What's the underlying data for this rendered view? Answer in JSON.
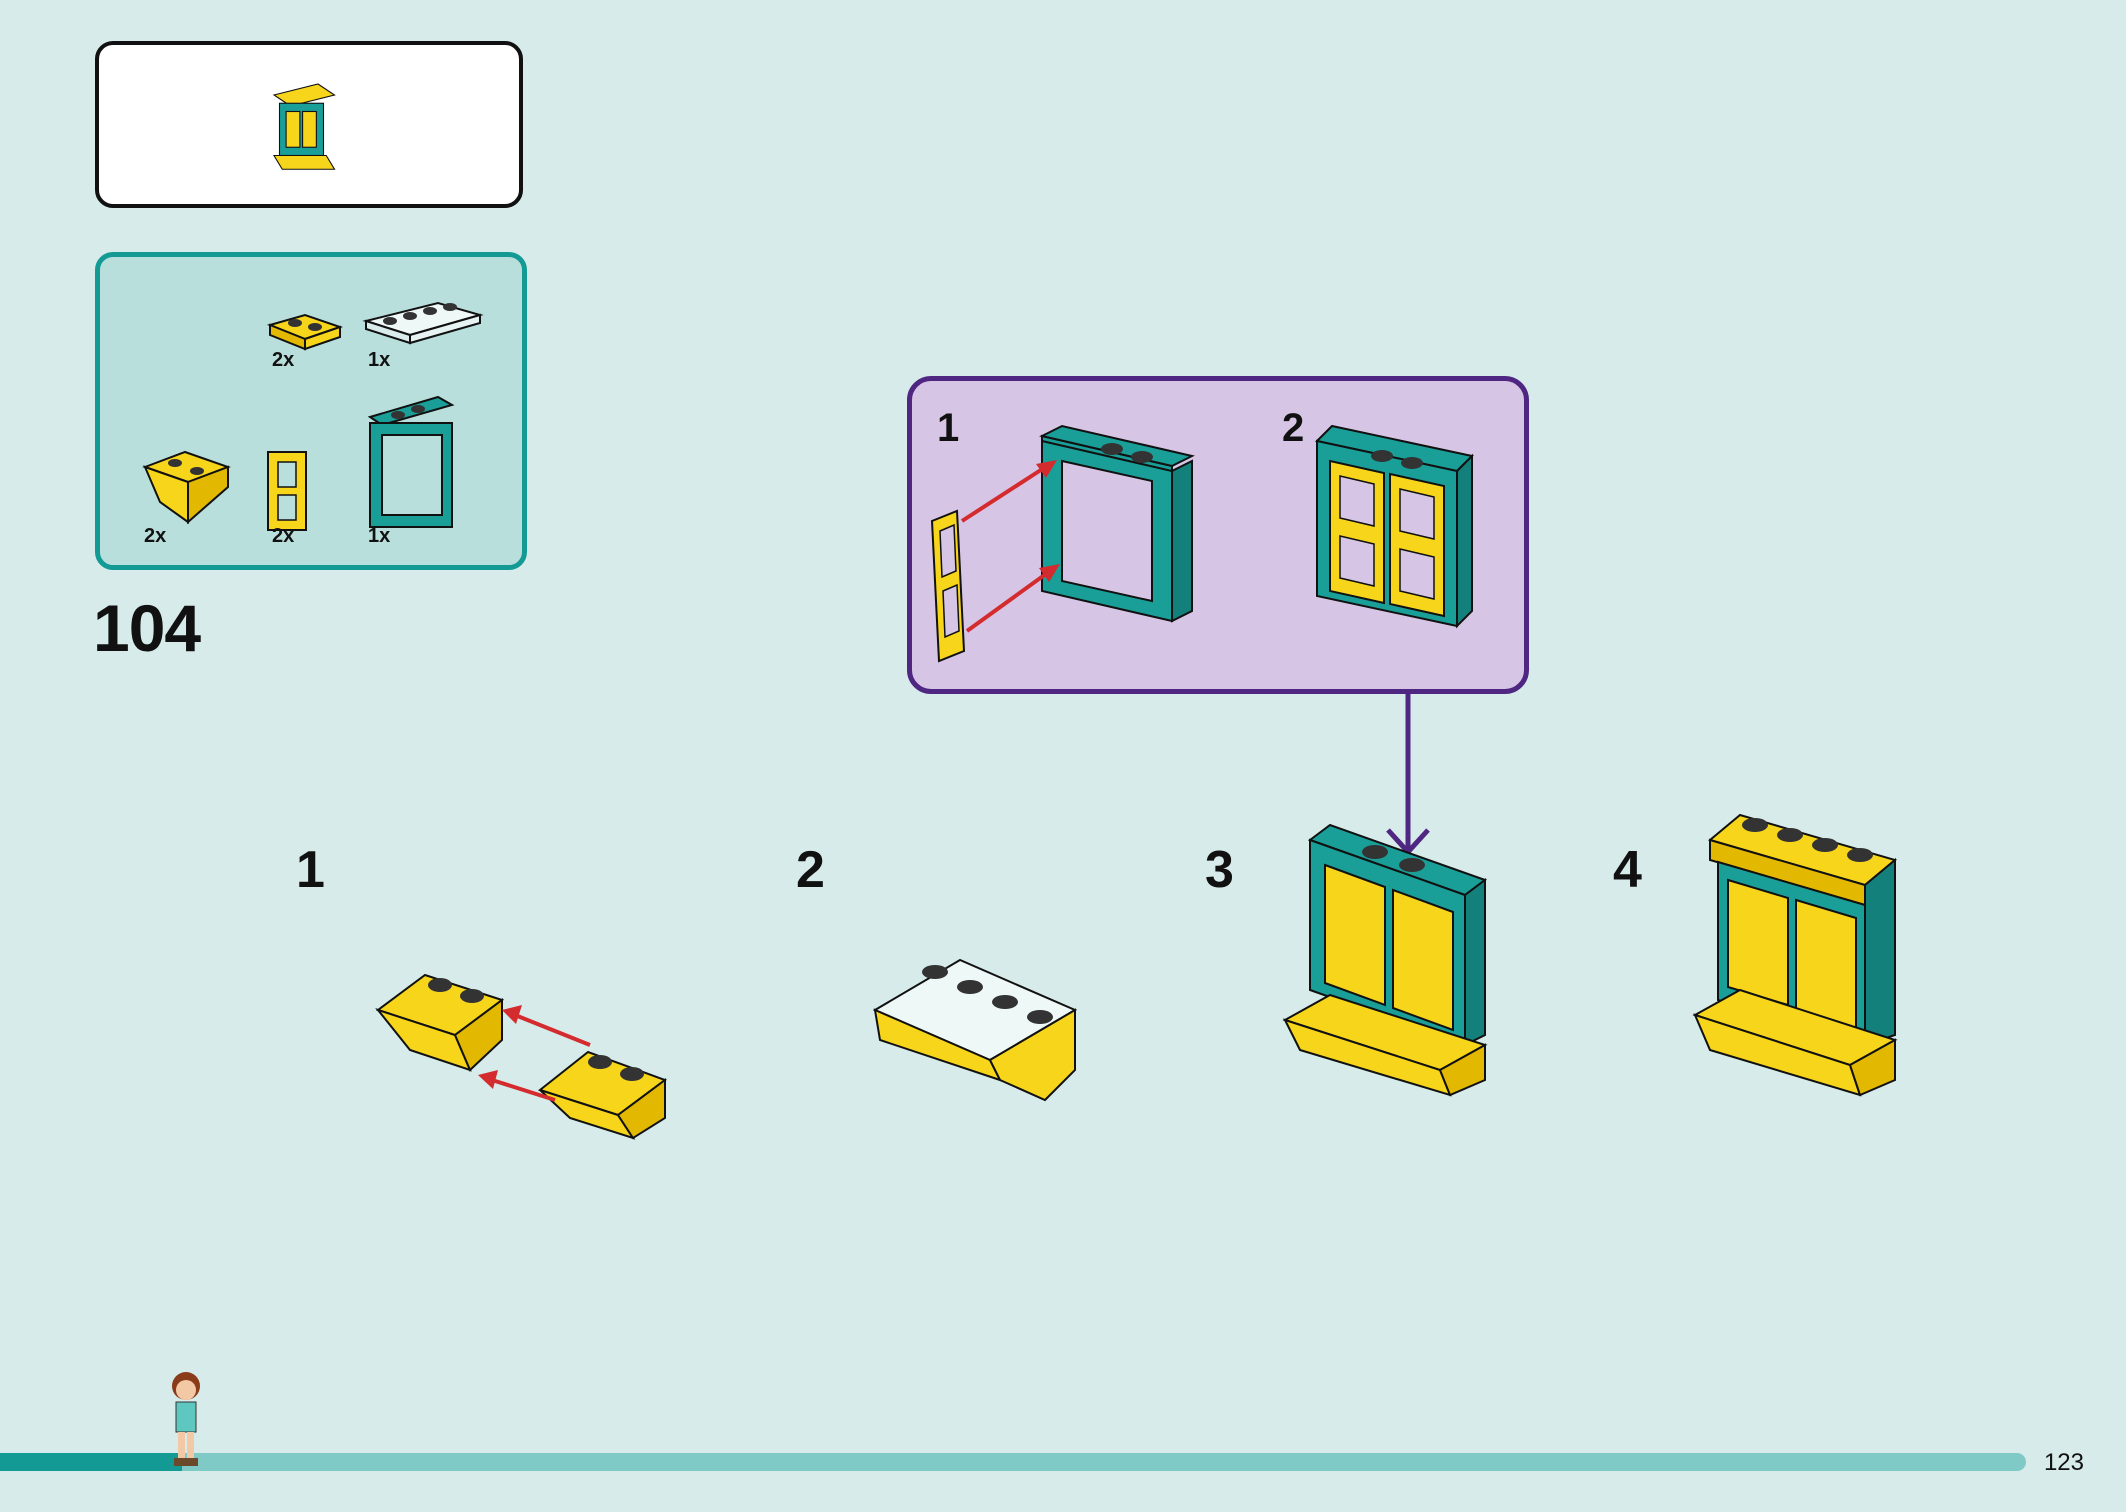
{
  "step_number": "104",
  "page_number": "123",
  "parts_list": [
    {
      "name": "plate-2x2-yellow-with-rail",
      "qty": "2x"
    },
    {
      "name": "plate-1x4-light-aqua",
      "qty": "1x"
    },
    {
      "name": "slope-inverted-2x2-yellow",
      "qty": "2x"
    },
    {
      "name": "window-pane-1x2x3-yellow",
      "qty": "2x"
    },
    {
      "name": "window-frame-1x4x3-teal",
      "qty": "1x"
    }
  ],
  "callout": {
    "steps": [
      "1",
      "2"
    ]
  },
  "sub_steps": [
    "1",
    "2",
    "3",
    "4"
  ],
  "colors": {
    "background": "#d6ebea",
    "yellow": "#f7d51b",
    "teal": "#1a9e98",
    "callout_border": "#4f2681",
    "callout_fill": "#d6c5e4",
    "arrow_red": "#d42b2e",
    "progress": "#7fcac6"
  },
  "progress_fraction": 0.09
}
